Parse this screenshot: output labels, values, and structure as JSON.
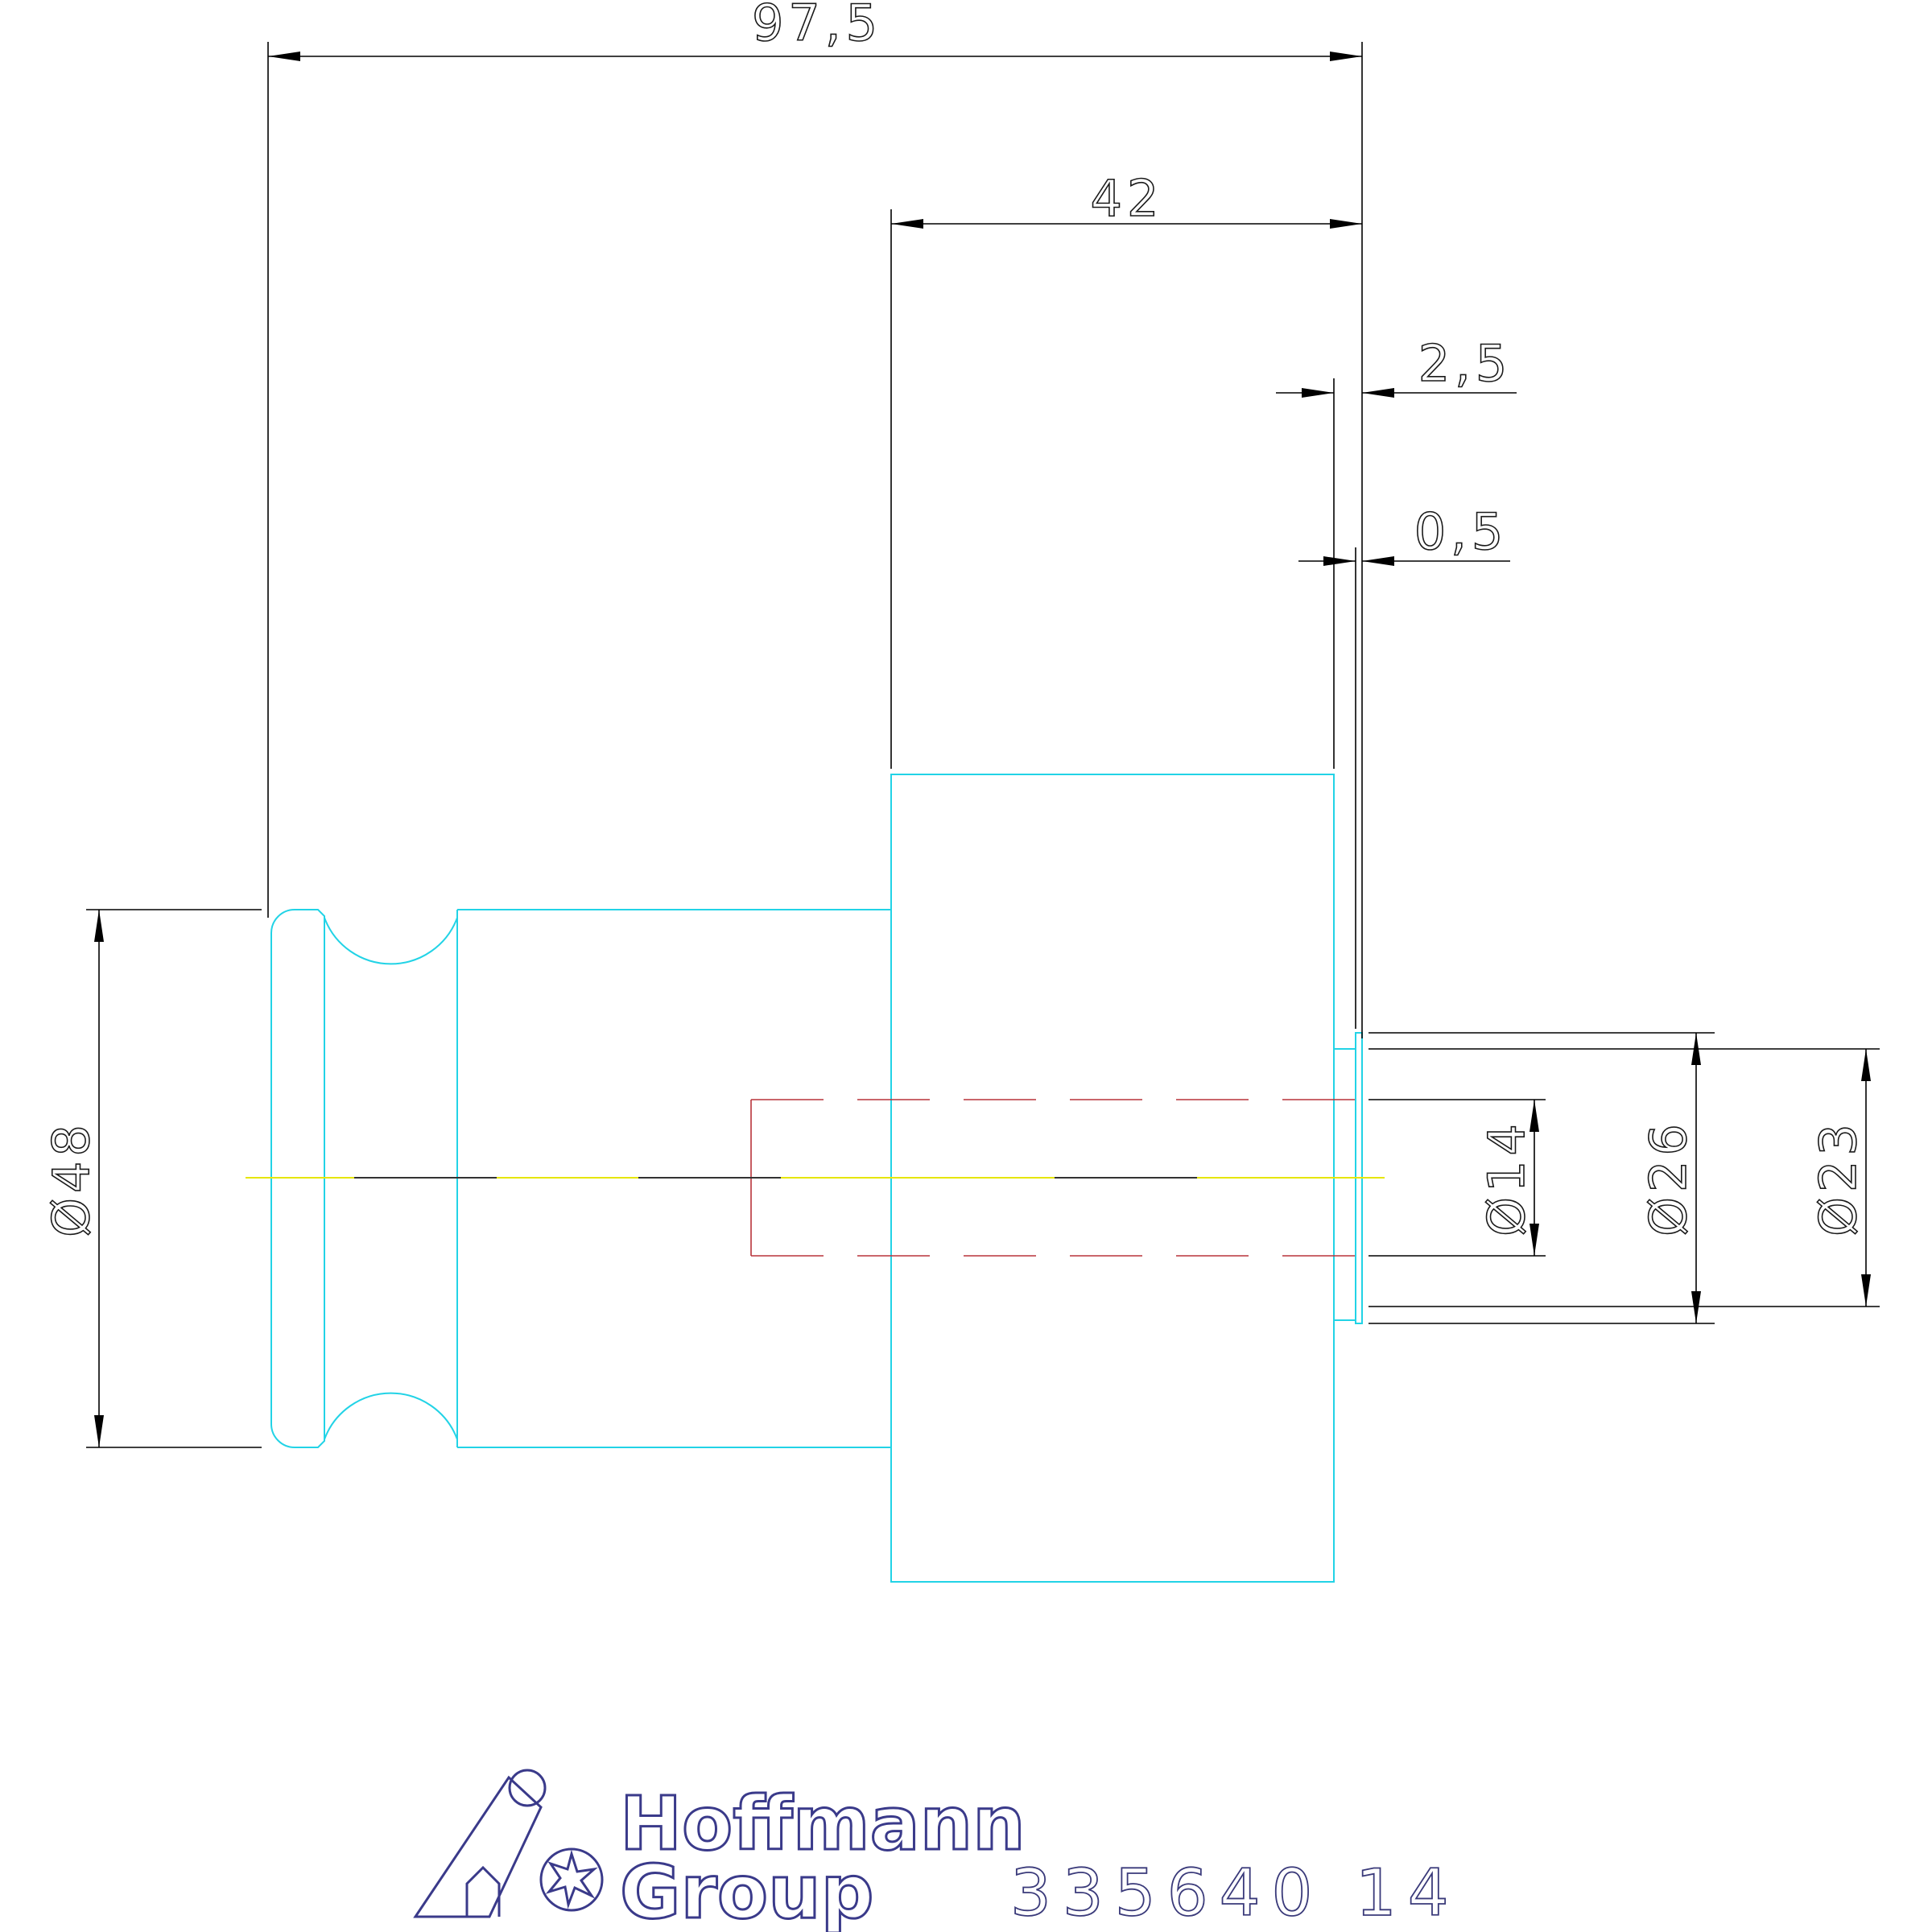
{
  "dimensions": {
    "overall_length": "97,5",
    "head_length": "42",
    "step_width": "2,5",
    "collar_width": "0,5",
    "shank_diameter": "Ø48",
    "bore_diameter": "Ø14",
    "pilot_diameter": "Ø26",
    "recess_diameter": "Ø23"
  },
  "title_block": {
    "brand_line1": "Hoffmann",
    "brand_line2": "Group",
    "part_number": "335640 14"
  },
  "colors": {
    "outline": "#22d3e6",
    "hidden": "#b8333a",
    "centerline": "#e6e600",
    "dimension": "#000000",
    "logo": "#3a3a8a"
  }
}
